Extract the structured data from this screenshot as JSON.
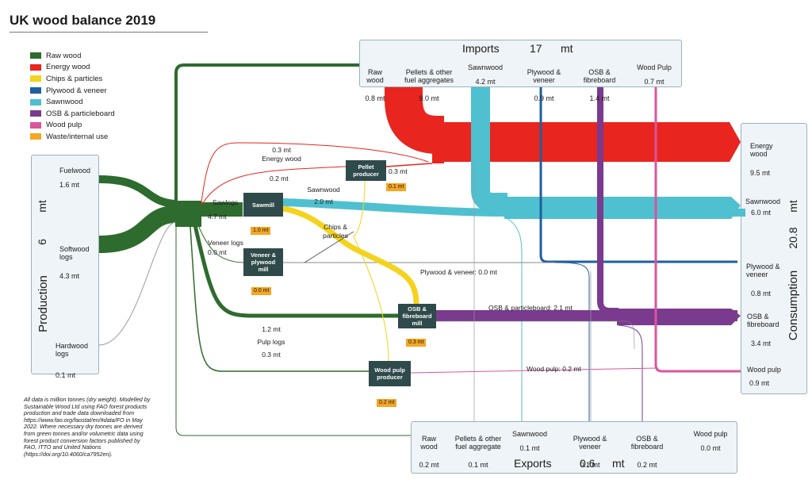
{
  "title": "UK wood balance 2019",
  "legend": [
    {
      "label": "Raw wood",
      "color": "#2e6b2e"
    },
    {
      "label": "Energy wood",
      "color": "#e8251f"
    },
    {
      "label": "Chips & particles",
      "color": "#f5d31d"
    },
    {
      "label": "Plywood & veneer",
      "color": "#1f5fa0"
    },
    {
      "label": "Sawnwood",
      "color": "#4fc0cf"
    },
    {
      "label": "OSB & particleboard",
      "color": "#7a3a8e"
    },
    {
      "label": "Wood pulp",
      "color": "#d9569c"
    },
    {
      "label": "Waste/internal use",
      "color": "#f5a623"
    }
  ],
  "production": {
    "title": "Production",
    "total": "6",
    "unit": "mt",
    "items": [
      {
        "name": "Fuelwood",
        "value": "1.6 mt"
      },
      {
        "name": "Softwood\nlogs",
        "value": "4.3 mt"
      },
      {
        "name": "Hardwood\nlogs",
        "value": "0.1 mt"
      }
    ]
  },
  "imports": {
    "title": "Imports",
    "total": "17",
    "unit": "mt",
    "items": [
      {
        "name": "Raw\nwood",
        "value": "0.8 mt"
      },
      {
        "name": "Pellets & other\nfuel aggregates",
        "value": "9.0 mt"
      },
      {
        "name": "Sawnwood",
        "value": "4.2 mt"
      },
      {
        "name": "Plywood &\nveneer",
        "value": "0.9 mt"
      },
      {
        "name": "OSB &\nfibreboard",
        "value": "1.4 mt"
      },
      {
        "name": "Wood Pulp",
        "value": "0.7 mt"
      }
    ]
  },
  "exports": {
    "title": "Exports",
    "total": "0.6",
    "unit": "mt",
    "items": [
      {
        "name": "Raw\nwood",
        "value": "0.2 mt"
      },
      {
        "name": "Pellets & other\nfuel aggregate",
        "value": "0.1 mt"
      },
      {
        "name": "Sawnwood",
        "value": "0.1 mt"
      },
      {
        "name": "Plywood &\nveneer",
        "value": "0.1 mt"
      },
      {
        "name": "OSB &\nfibreboard",
        "value": "0.2 mt"
      },
      {
        "name": "Wood pulp",
        "value": "0.0 mt"
      }
    ]
  },
  "consumption": {
    "title": "Consumption",
    "total": "20.8",
    "unit": "mt",
    "items": [
      {
        "name": "Energy\nwood",
        "value": "9.5 mt"
      },
      {
        "name": "Sawnwood",
        "value": "6.0 mt"
      },
      {
        "name": "Plywood &\nveneer",
        "value": "0.8 mt"
      },
      {
        "name": "OSB &\nfibreboard",
        "value": "3.4 mt"
      },
      {
        "name": "Wood pulp",
        "value": "0.9 mt"
      }
    ]
  },
  "processes": {
    "sawmill": {
      "name": "Sawmill",
      "waste": "1.0 mt"
    },
    "pellet": {
      "name": "Pellet\nproducer",
      "waste": "0.1 mt"
    },
    "veneer": {
      "name": "Veneer &\nplywood\nmill",
      "waste": "0.0 mt"
    },
    "osb": {
      "name": "OSB &\nfibreboard\nmill",
      "waste": "0.3 mt"
    },
    "pulp": {
      "name": "Wood pulp\nproducer",
      "waste": "0.2 mt"
    }
  },
  "flow_labels": {
    "energy_top": "0.3 mt\nEnergy wood",
    "energy_mid": "0.2 mt",
    "pellet_out": "0.3 mt",
    "sawlogs": "Sawlogs",
    "sawlogs_val": "4.7 mt",
    "sawnwood": "Sawnwood\n2.0 mt",
    "chips": "Chips &\nparticles",
    "veneer_logs": "Veneer logs\n0.0 mt",
    "plywood_out": "Plywood & veneer: 0.0 mt",
    "osb_out": "OSB & particleboard: 2.1 mt",
    "pulp_logs": "1.2 mt\nPulp logs\n0.3 mt",
    "pulp_out": "Wood pulp: 0.2 mt"
  },
  "note": "All data is million tonnes (dry weight). Modelled by Sustainable Wood Ltd using FAO forest products production and trade data downloaded from https://www.fao.org/faostat/en/#data/FO in May 2022. Where necessary dry tonnes are derived from green tonnes and/or volumetric data using forest product conversion factors published by FAO, ITTO and United Nations (https://doi.org/10.4060/ca7952en)."
}
